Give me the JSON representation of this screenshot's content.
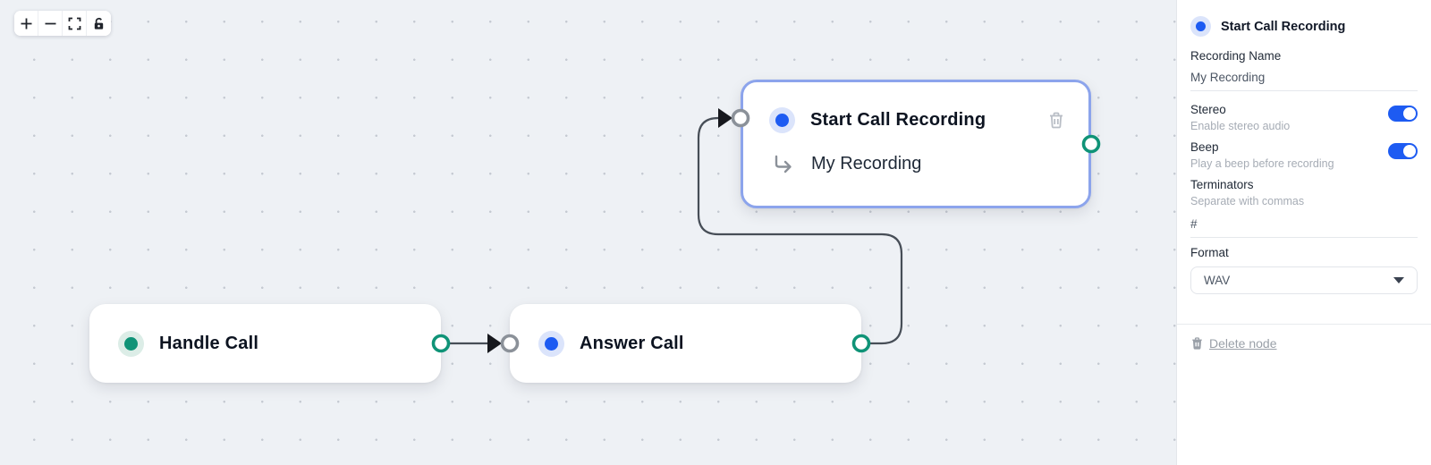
{
  "toolbar": {
    "buttons": [
      {
        "name": "zoom-in",
        "icon": "plus-icon"
      },
      {
        "name": "zoom-out",
        "icon": "minus-icon"
      },
      {
        "name": "fit-view",
        "icon": "fit-view-icon"
      },
      {
        "name": "toggle-interactivity",
        "icon": "unlock-icon"
      }
    ]
  },
  "nodes": [
    {
      "id": "handle-call",
      "title": "Handle Call",
      "accent_color": "#0f9377",
      "selected": false
    },
    {
      "id": "answer-call",
      "title": "Answer Call",
      "accent_color": "#1d5bf2",
      "selected": false
    },
    {
      "id": "start-call-recording",
      "title": "Start Call Recording",
      "subtitle": "My Recording",
      "accent_color": "#1d5bf2",
      "selected": true
    }
  ],
  "panel": {
    "title": "Start Call Recording",
    "recording_name": {
      "label": "Recording Name",
      "value": "My Recording"
    },
    "stereo": {
      "label": "Stereo",
      "description": "Enable stereo audio",
      "enabled": true
    },
    "beep": {
      "label": "Beep",
      "description": "Play a beep before recording",
      "enabled": true
    },
    "terminators": {
      "label": "Terminators",
      "description": "Separate with commas",
      "value": "#"
    },
    "format": {
      "label": "Format",
      "value": "WAV"
    },
    "delete_label": "Delete node"
  },
  "colors": {
    "canvas_background": "#eef1f5",
    "grid_dot": "#c5cad2",
    "accent_blue": "#1d5bf2",
    "accent_teal": "#0f9377",
    "selected_node_border": "#8ca4ec",
    "edge": "#474e57",
    "handle_gray": "#8b9199",
    "muted_text": "#a6acb5"
  }
}
